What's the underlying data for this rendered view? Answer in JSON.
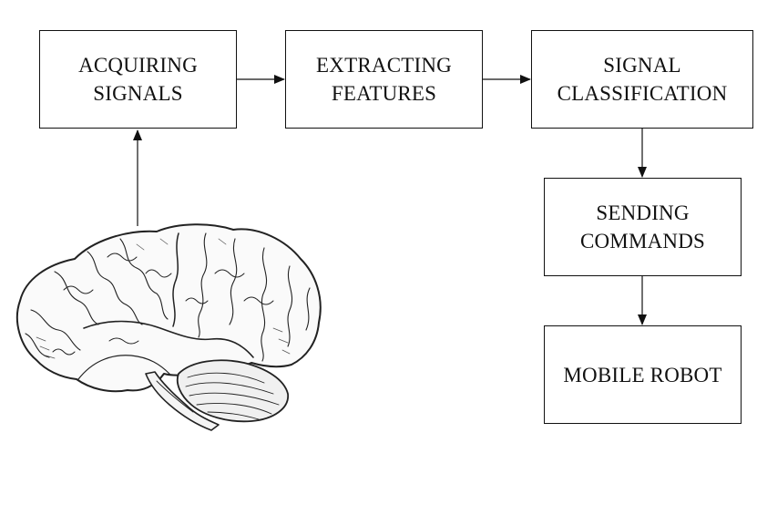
{
  "diagram": {
    "nodes": [
      {
        "id": "acquire",
        "lines": [
          "ACQUIRING",
          "SIGNALS"
        ]
      },
      {
        "id": "extract",
        "lines": [
          "EXTRACTING",
          "FEATURES"
        ]
      },
      {
        "id": "classify",
        "lines": [
          "SIGNAL",
          "CLASSIFICATION"
        ]
      },
      {
        "id": "send",
        "lines": [
          "SENDING",
          "COMMANDS"
        ]
      },
      {
        "id": "robot",
        "lines": [
          "MOBILE ROBOT"
        ]
      }
    ],
    "edges": [
      {
        "from": "brain",
        "to": "acquire"
      },
      {
        "from": "acquire",
        "to": "extract"
      },
      {
        "from": "extract",
        "to": "classify"
      },
      {
        "from": "classify",
        "to": "send"
      },
      {
        "from": "send",
        "to": "robot"
      }
    ],
    "illustration": "brain-illustration"
  }
}
